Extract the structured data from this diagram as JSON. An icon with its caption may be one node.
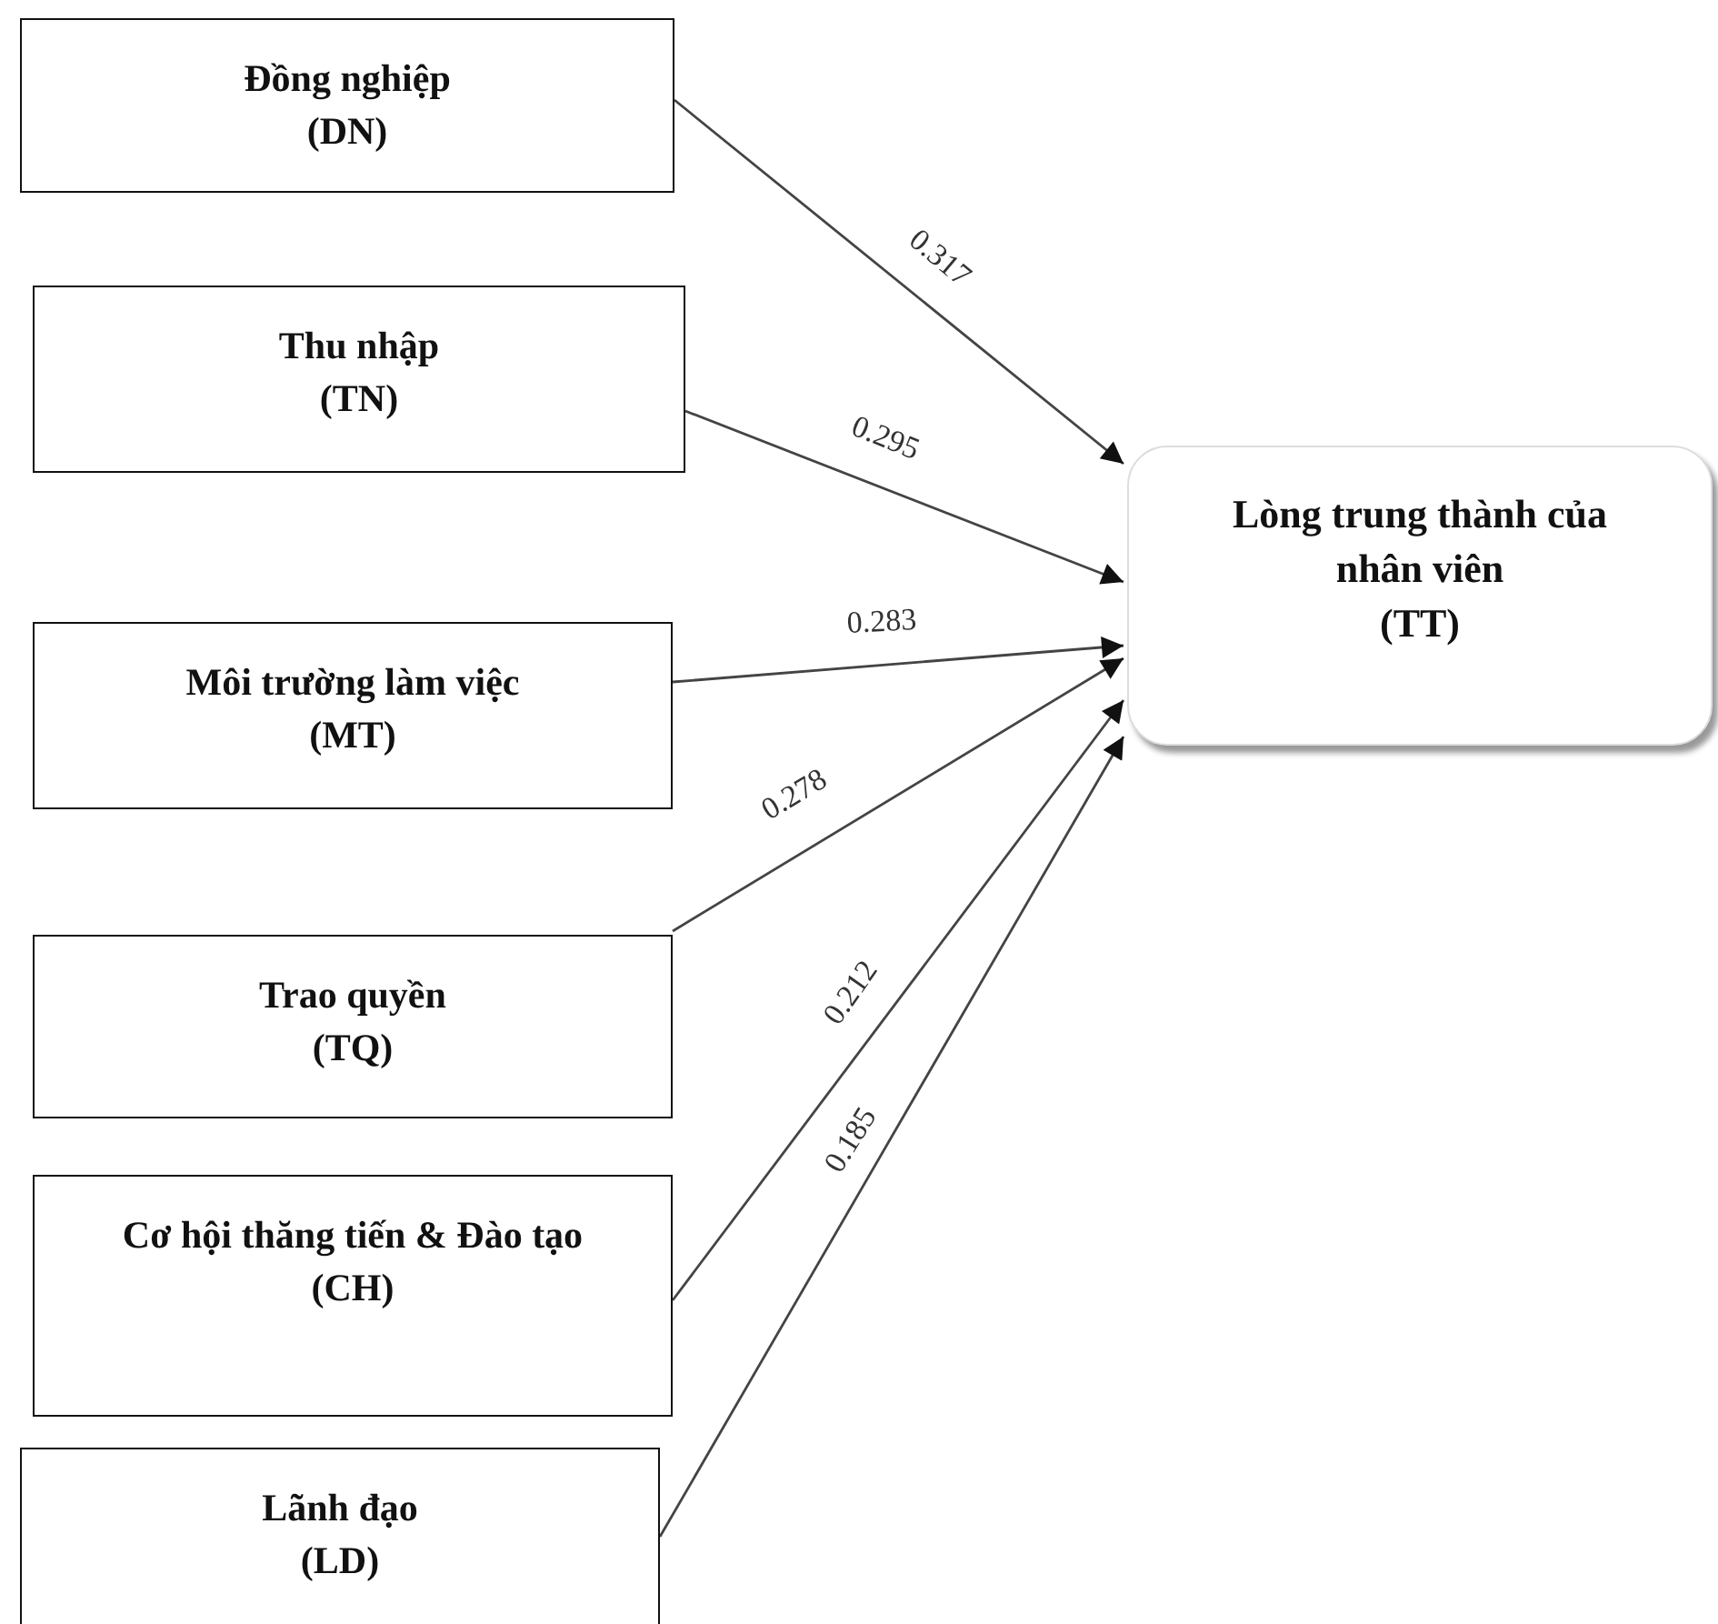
{
  "diagram": {
    "nodes": [
      {
        "text": [
          "Đồng nghiệp",
          "(DN)"
        ]
      },
      {
        "text": [
          "Thu nhập",
          "(TN)"
        ]
      },
      {
        "text": [
          "Môi trường làm việc",
          "(MT)"
        ]
      },
      {
        "text": [
          "Trao quyền",
          "(TQ)"
        ]
      },
      {
        "text": [
          "Cơ hội thăng tiến & Đào tạo",
          "(CH)"
        ]
      },
      {
        "text": [
          "Lãnh đạo",
          "(LD)"
        ]
      },
      {
        "text": [
          "Lòng trung thành của nhân viên",
          "(TT)"
        ]
      }
    ],
    "edges": [
      {
        "from": 0,
        "to": 6,
        "arrow": "to",
        "label": "0.317"
      },
      {
        "from": 1,
        "to": 6,
        "arrow": "to",
        "label": "0.295"
      },
      {
        "from": 2,
        "to": 6,
        "arrow": "to",
        "label": "0.283"
      },
      {
        "from": 3,
        "to": 6,
        "arrow": "to",
        "label": "0.278"
      },
      {
        "from": 4,
        "to": 6,
        "arrow": "to",
        "label": "0.212"
      },
      {
        "from": 5,
        "to": 6,
        "arrow": "to",
        "label": "0.185"
      }
    ]
  }
}
